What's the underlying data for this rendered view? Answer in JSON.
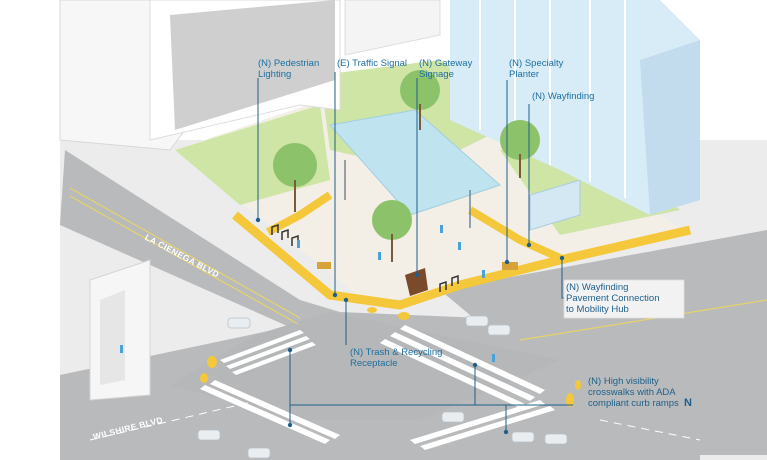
{
  "callouts": {
    "pedestrian_lighting": "(N) Pedestrian\nLighting",
    "traffic_signal": "(E) Traffic Signal",
    "gateway_signage": "(N) Gateway\nSignage",
    "specialty_planter": "(N) Specialty\nPlanter",
    "wayfinding": "(N) Wayfinding",
    "wayfinding_pavement": "(N) Wayfinding\nPavement Connection\nto Mobility Hub",
    "trash_recycling": "(N) Trash & Recycling\nReceptacle",
    "crosswalks": "(N) High visibility\ncrosswalks with ADA\ncompliant curb ramps"
  },
  "streets": {
    "la_cienega": "LA CIENEGA BLVD",
    "wilshire": "WILSHIRE BLVD"
  },
  "edge_text": "N",
  "colors": {
    "callout_text": "#1e6fa0",
    "leader_line": "#1f5f8a",
    "road": "#b7b9bb",
    "sidewalk": "#ececec",
    "plaza_paving": "#f2efe7",
    "lawn": "#cfe5a6",
    "yellow_path": "#f4c83a",
    "canopy": "#bfe3ef",
    "building_glass": "#d7ecf7",
    "building_white": "#f7f7f7"
  }
}
